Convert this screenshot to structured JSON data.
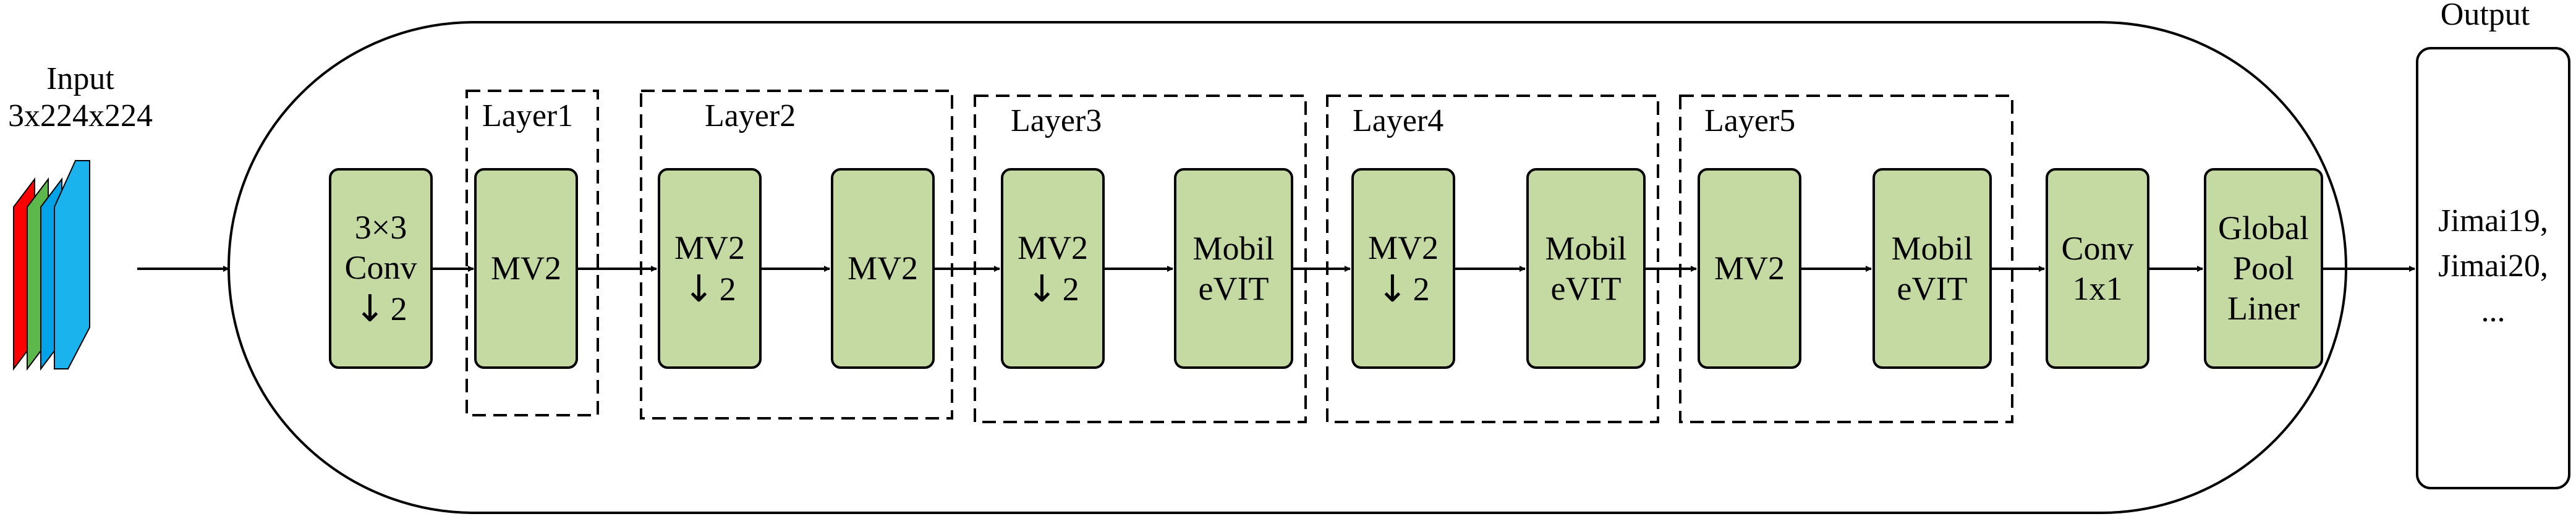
{
  "input": {
    "title": "Input",
    "dims": "3x224x224"
  },
  "output": {
    "title": "Output",
    "lines": [
      "Jimai19,",
      "Jimai20,",
      "..."
    ]
  },
  "layers": [
    "Layer1",
    "Layer2",
    "Layer3",
    "Layer4",
    "Layer5"
  ],
  "blocks": {
    "conv3": {
      "line1": "3×3",
      "line2": "Conv",
      "stride": "2"
    },
    "l1_mv2": {
      "text": "MV2"
    },
    "l2_mv2a": {
      "text": "MV2",
      "stride": "2"
    },
    "l2_mv2b": {
      "text": "MV2"
    },
    "l3_mv2": {
      "text": "MV2",
      "stride": "2"
    },
    "l3_vit": {
      "line1": "Mobil",
      "line2": "eVIT"
    },
    "l4_mv2": {
      "text": "MV2",
      "stride": "2"
    },
    "l4_vit": {
      "line1": "Mobil",
      "line2": "eVIT"
    },
    "l5_mv2": {
      "text": "MV2"
    },
    "l5_vit": {
      "line1": "Mobil",
      "line2": "eVIT"
    },
    "conv1": {
      "line1": "Conv",
      "line2": "1x1"
    },
    "pool": {
      "line1": "Global",
      "line2": "Pool",
      "line3": "Liner"
    }
  },
  "colors": {
    "block_fill": "#c5d9a3",
    "input_red": "#ff0000",
    "input_green": "#5cb84a",
    "input_blue": "#00a2e8"
  }
}
